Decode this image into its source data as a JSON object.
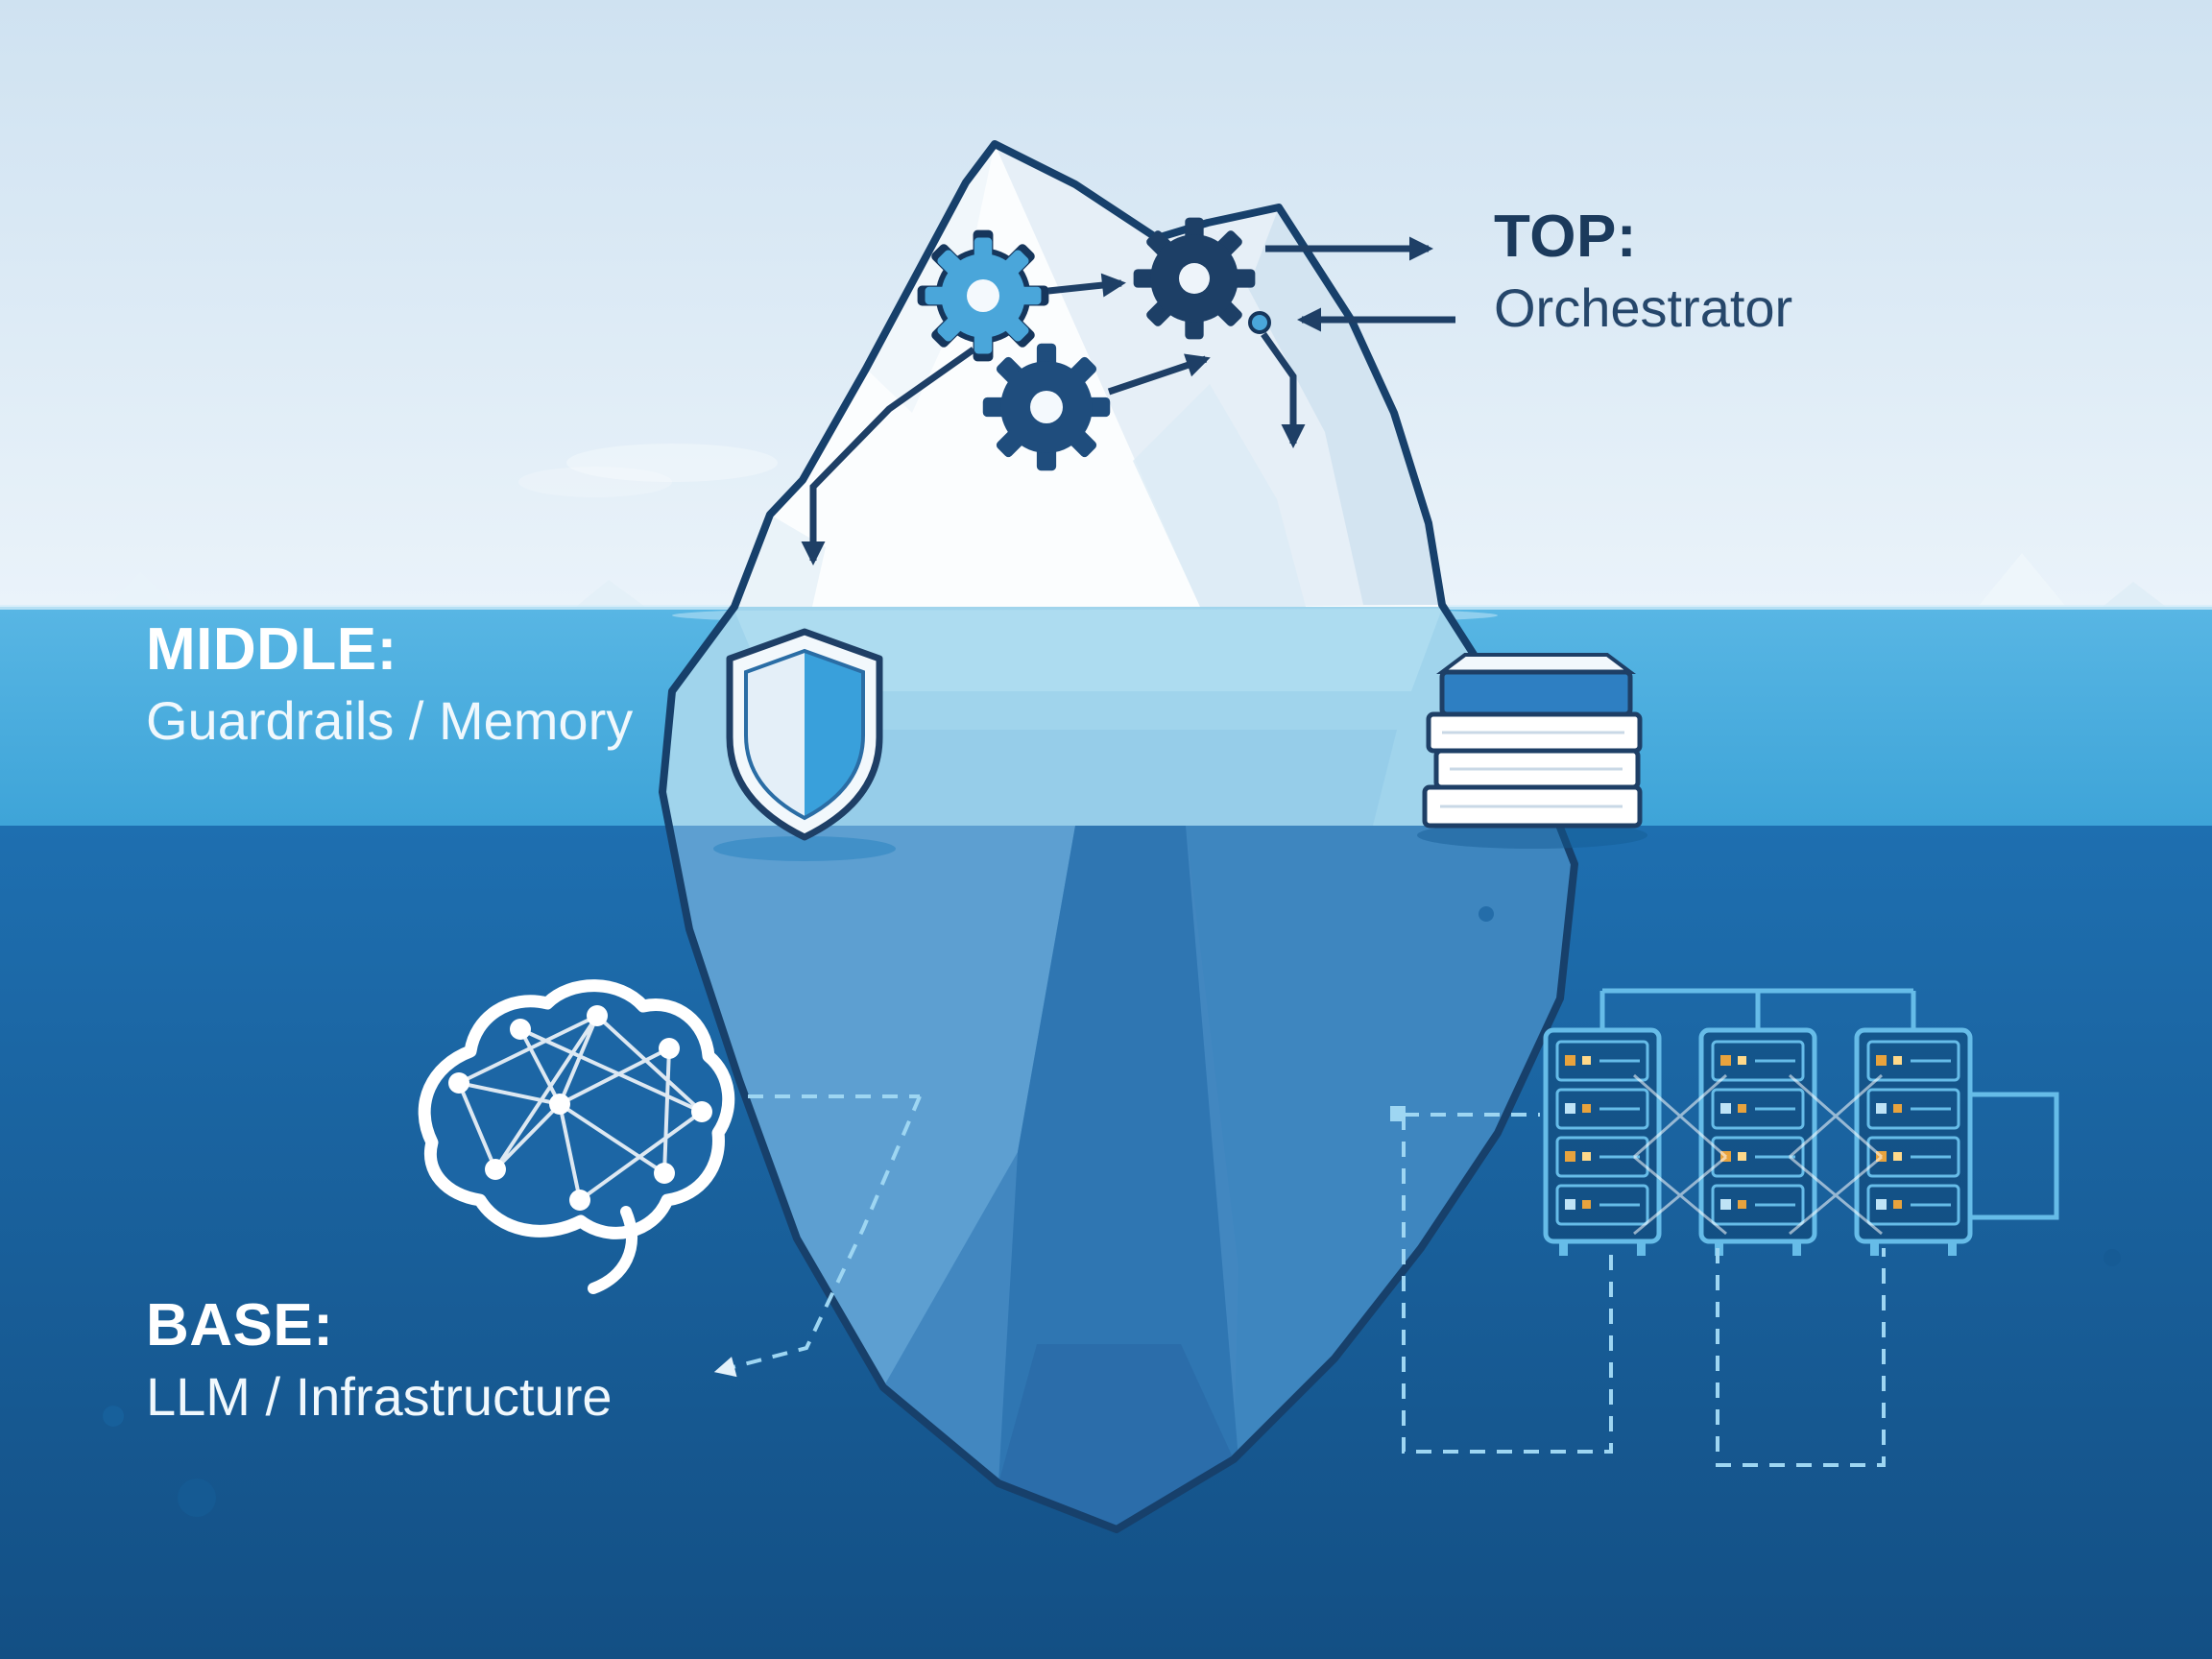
{
  "labels": {
    "top": {
      "heading": "TOP:",
      "text": "Orchestrator"
    },
    "middle": {
      "heading": "MIDDLE:",
      "text": "Guardrails / Memory"
    },
    "base": {
      "heading": "BASE:",
      "text": "LLM / Infrastructure"
    }
  },
  "scene": {
    "subject": "iceberg-architecture-diagram",
    "icons": [
      "gears-icon",
      "shield-icon",
      "books-icon",
      "brain-icon",
      "server-racks-icon"
    ],
    "colors": {
      "sky_top": "#cfe2f1",
      "sky_bottom": "#eaf3fa",
      "water_mid_top": "#58b6e4",
      "water_mid_bottom": "#3ea4d8",
      "water_deep_top": "#1e6fb0",
      "water_deep_bottom": "#134f84",
      "iceberg_white": "#fbfdfe",
      "outline_navy": "#16365c",
      "gear_light_blue": "#4aa6da",
      "gear_navy": "#1d3f66",
      "shield_blue": "#39a0db",
      "book_blue": "#2e7fc2",
      "server_line_blue": "#66bce8",
      "text_dark": "#1b3a5c",
      "text_light": "#ffffff"
    }
  }
}
